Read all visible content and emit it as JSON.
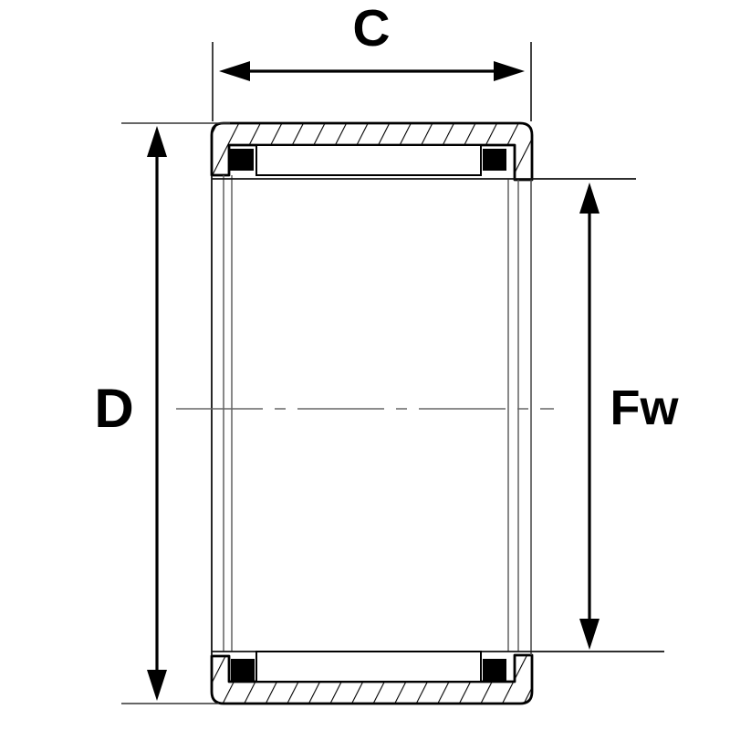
{
  "diagram": {
    "type": "needle-roller-bearing-section-drawing",
    "colors": {
      "background": "#ffffff",
      "line": "#000000",
      "thin_line": "#555555"
    },
    "dimension_labels": {
      "c": "C",
      "d": "D",
      "fw": "Fw"
    }
  }
}
